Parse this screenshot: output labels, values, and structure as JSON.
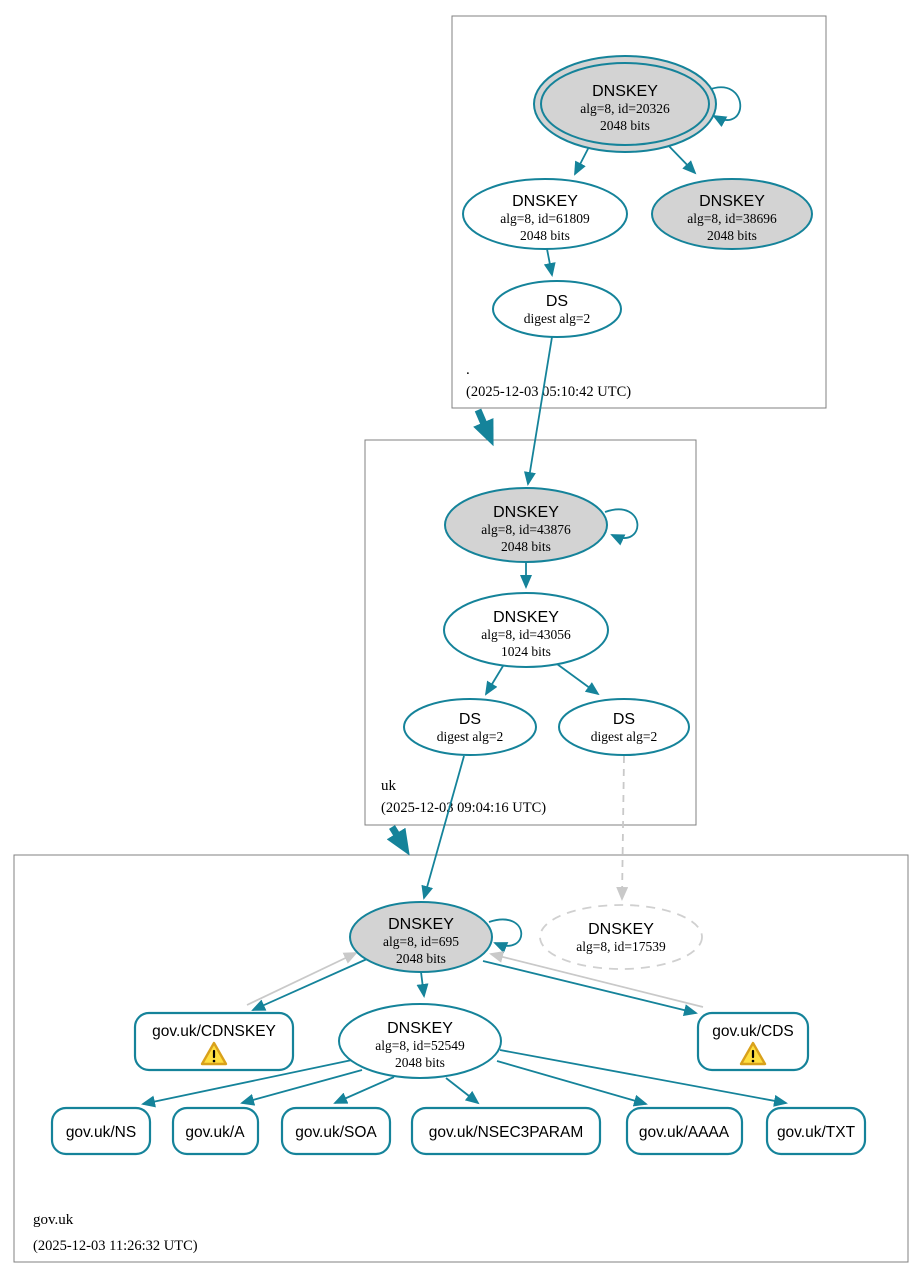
{
  "diagram_type": "DNSSEC authentication chain graph",
  "colors": {
    "secure_edge": "#15839a",
    "node_fill_ksk": "#d3d3d3",
    "node_fill_zsk": "#ffffff",
    "insecure_edge": "#c9c9c9",
    "dashed_node_stroke": "#d0d0d0",
    "zone_box_stroke": "#808080",
    "warning_fill": "#ffdf3f",
    "warning_stroke": "#d9a11b"
  },
  "zones": {
    "root": {
      "label": ".",
      "timestamp": "(2025-12-03 05:10:42 UTC)"
    },
    "uk": {
      "label": "uk",
      "timestamp": "(2025-12-03 09:04:16 UTC)"
    },
    "govuk": {
      "label": "gov.uk",
      "timestamp": "(2025-12-03 11:26:32 UTC)"
    }
  },
  "nodes": {
    "root_ksk": {
      "title": "DNSKEY",
      "detail": "alg=8, id=20326",
      "bits": "2048 bits"
    },
    "root_zsk": {
      "title": "DNSKEY",
      "detail": "alg=8, id=61809",
      "bits": "2048 bits"
    },
    "root_ksk2": {
      "title": "DNSKEY",
      "detail": "alg=8, id=38696",
      "bits": "2048 bits"
    },
    "root_ds": {
      "title": "DS",
      "detail": "digest alg=2"
    },
    "uk_ksk": {
      "title": "DNSKEY",
      "detail": "alg=8, id=43876",
      "bits": "2048 bits"
    },
    "uk_zsk": {
      "title": "DNSKEY",
      "detail": "alg=8, id=43056",
      "bits": "1024 bits"
    },
    "uk_ds1": {
      "title": "DS",
      "detail": "digest alg=2"
    },
    "uk_ds2": {
      "title": "DS",
      "detail": "digest alg=2"
    },
    "govuk_ksk": {
      "title": "DNSKEY",
      "detail": "alg=8, id=695",
      "bits": "2048 bits"
    },
    "govuk_missing": {
      "title": "DNSKEY",
      "detail": "alg=8, id=17539"
    },
    "govuk_zsk": {
      "title": "DNSKEY",
      "detail": "alg=8, id=52549",
      "bits": "2048 bits"
    },
    "cdnskey": {
      "label": "gov.uk/CDNSKEY"
    },
    "cds": {
      "label": "gov.uk/CDS"
    },
    "rrsets": [
      {
        "label": "gov.uk/NS"
      },
      {
        "label": "gov.uk/A"
      },
      {
        "label": "gov.uk/SOA"
      },
      {
        "label": "gov.uk/NSEC3PARAM"
      },
      {
        "label": "gov.uk/AAAA"
      },
      {
        "label": "gov.uk/TXT"
      }
    ]
  }
}
